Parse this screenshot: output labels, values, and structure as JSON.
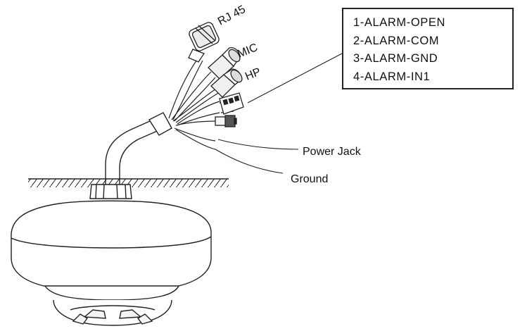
{
  "labels": {
    "rj45": "RJ 45",
    "mic": "MIC",
    "hp": "HP",
    "power_jack": "Power Jack",
    "ground": "Ground"
  },
  "alarm_pins": [
    "1-ALARM-OPEN",
    "2-ALARM-COM",
    "3-ALARM-GND",
    "4-ALARM-IN1"
  ],
  "colors": {
    "line": "#222222",
    "background": "#ffffff"
  }
}
